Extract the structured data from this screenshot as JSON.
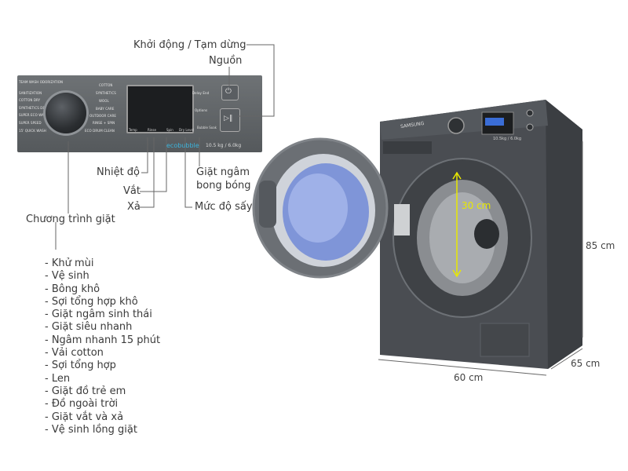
{
  "callouts": {
    "start_pause": "Khởi động / Tạm dừng",
    "power": "Nguồn",
    "temperature": "Nhiệt độ",
    "spin": "Vắt",
    "rinse": "Xả",
    "bubble_soak_line1": "Giặt ngâm",
    "bubble_soak_line2": "bong bóng",
    "dry_level": "Mức độ sấy",
    "program": "Chương trình giặt"
  },
  "programs": [
    "- Khử mùi",
    "- Vệ sinh",
    "- Bông khô",
    "- Sợi tổng hợp khô",
    "- Giặt ngâm sinh thái",
    "- Giặt siêu nhanh",
    "- Ngâm nhanh 15 phút",
    "- Vải cotton",
    "- Sợi tổng hợp",
    "- Len",
    "- Giặt đồ trẻ em",
    "- Đồ ngoài trời",
    "- Giặt vắt và xả",
    "- Vệ sinh lồng giặt"
  ],
  "panel": {
    "left_programs": [
      "TEAM WASH ODORIZATION",
      "SANITIZATION",
      "COTTON DRY",
      "SYNTHETICS DRY",
      "SUPER ECO WASH",
      "SUPER SPEED",
      "15' QUICK WASH"
    ],
    "right_programs": [
      "COTTON",
      "SYNTHETICS",
      "WOOL",
      "BABY CARE",
      "OUTDOOR CARE",
      "RINSE + SPIN",
      "ECO DRUM CLEAN"
    ],
    "buttons": [
      "Temp",
      "Rinse",
      "Spin",
      "Dry Level",
      "Bubble Soak"
    ],
    "display_labels": [
      "Delay End",
      "Options"
    ],
    "brand": "ecobubble",
    "capacity": "10.5 kg / 6.0kg"
  },
  "machine": {
    "brand": "SAMSUNG",
    "capacity": "10.5kg / 6.0kg"
  },
  "dimensions": {
    "drum": "30 cm",
    "height": "85 cm",
    "width": "60 cm",
    "depth": "65 cm"
  },
  "colors": {
    "body": "#4a4d52",
    "accent_dim": "#e8e800",
    "leader_line": "#666666"
  }
}
